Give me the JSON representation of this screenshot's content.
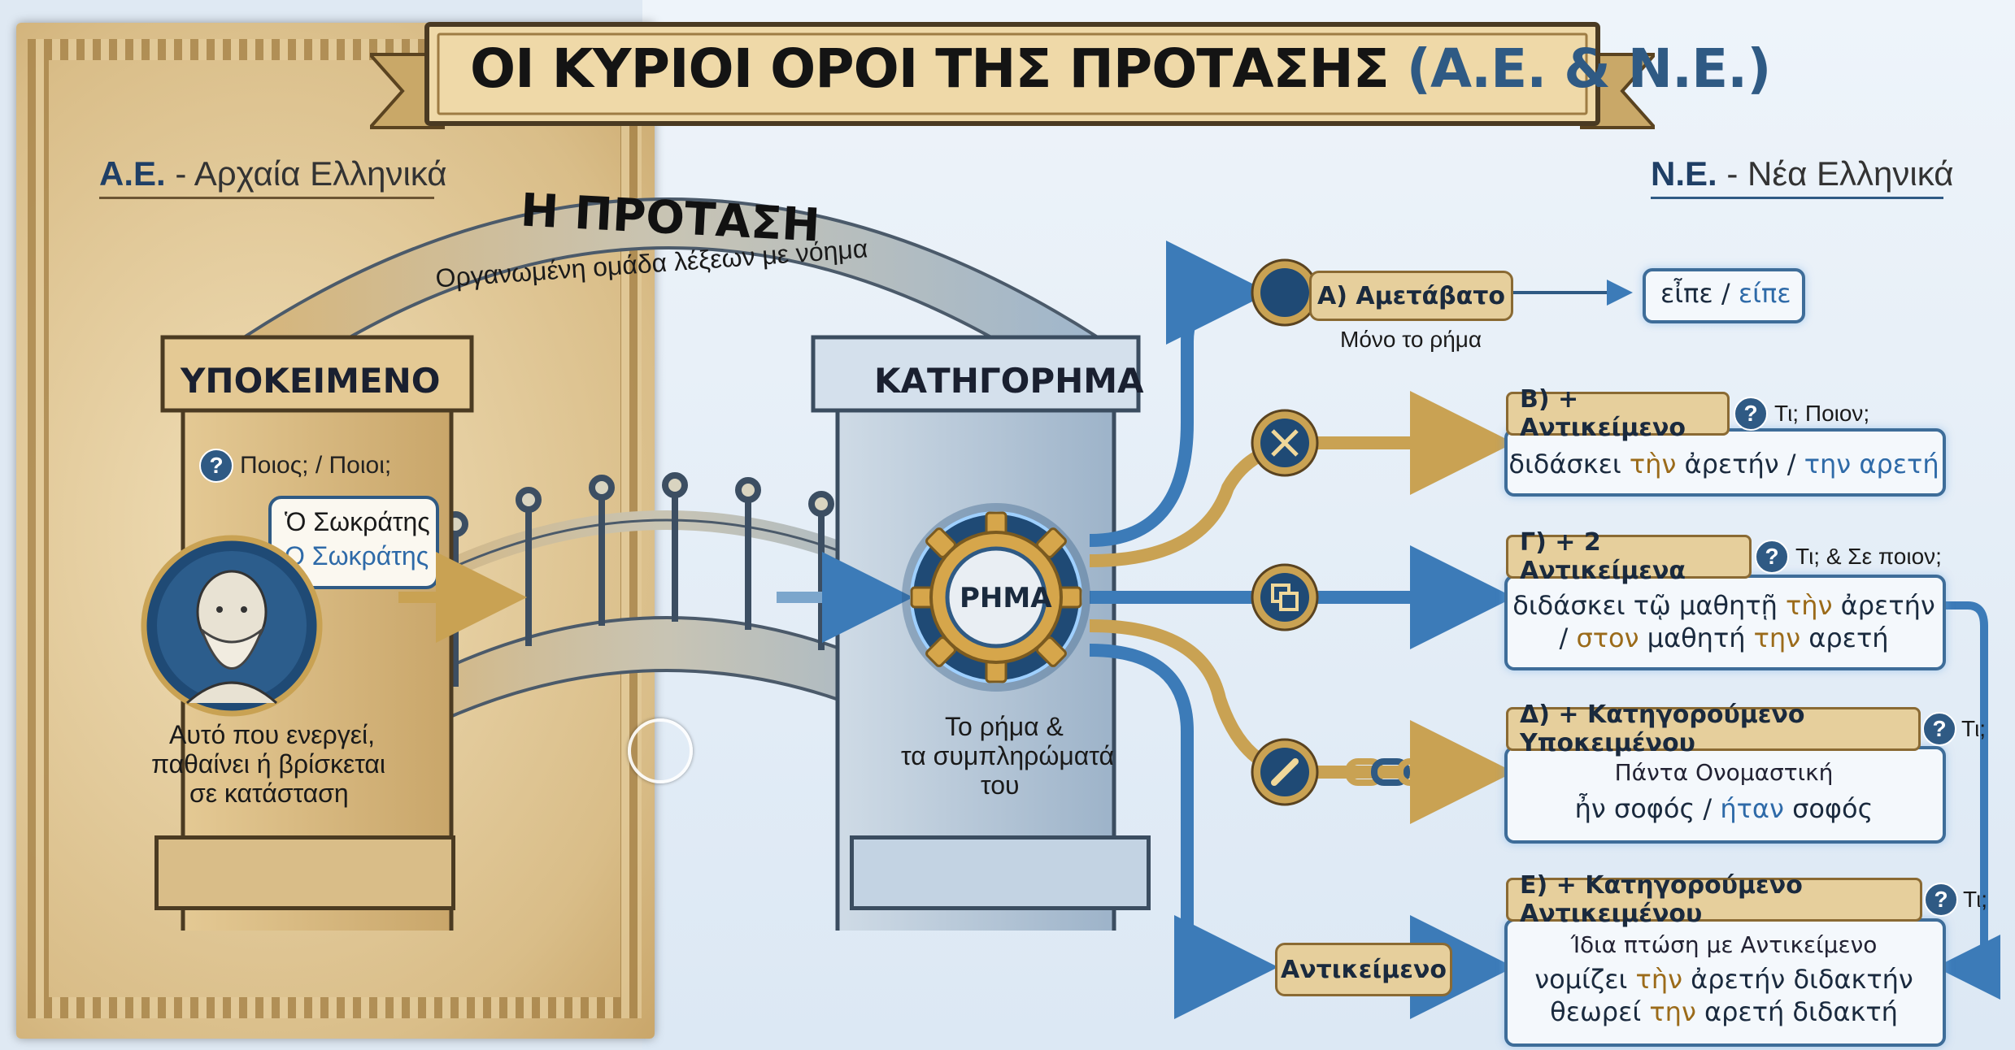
{
  "title": {
    "main": "ΟΙ ΚΥΡΙΟΙ ΟΡΟΙ ΤΗΣ ΠΡΟΤΑΣΗΣ",
    "paren": "(Α.Ε. & Ν.Ε.)"
  },
  "left_label": {
    "abbr": "Α.Ε.",
    "rest": " - Αρχαία Ελληνικά"
  },
  "right_label": {
    "abbr": "Ν.Ε.",
    "rest": " - Νέα Ελληνικά"
  },
  "arch": {
    "title": "Η ΠΡΟΤΑΣΗ",
    "subtitle": "Οργανωμένη ομάδα λέξεων με νόημα"
  },
  "subject": {
    "title": "ΥΠΟΚΕΙΜΕΝΟ",
    "question": "Ποιος; / Ποιοι;",
    "bubble_ae": "Ὁ Σωκράτης",
    "bubble_ne": "Ο Σωκράτης",
    "desc": [
      "Αυτό που ενεργεί,",
      "παθαίνει ή βρίσκεται",
      "σε κατάσταση"
    ]
  },
  "predicate": {
    "title": "ΚΑΤΗΓΟΡΗΜΑ",
    "gear": "ΡΗΜΑ",
    "desc": [
      "Το ρήμα &",
      "τα συμπληρώματά",
      "του"
    ]
  },
  "branches": {
    "a": {
      "label": "Α) Αμετάβατο",
      "sub": "Μόνο το ρήμα",
      "ex_ae": "εἶπε",
      "sep": " / ",
      "ex_ne": "είπε"
    },
    "b": {
      "label": "Β) + Αντικείμενο",
      "q": "Τι; Ποιον;",
      "ex": {
        "p1": "διδάσκει ",
        "p2": "τὴν",
        "p3": " ἀρετήν / ",
        "p4": "την",
        "p5": " αρετή"
      }
    },
    "c": {
      "label": "Γ) + 2 Αντικείμενα",
      "q": "Τι; & Σε ποιον;",
      "ex1": {
        "p1": "διδάσκει τῷ μαθητῇ ",
        "p2": "τὴν",
        "p3": " ἀρετήν"
      },
      "ex2": {
        "p1": "/ ",
        "p2": "στον",
        "p3": " μαθητή ",
        "p4": "την",
        "p5": " αρετή"
      }
    },
    "d": {
      "label": "Δ) + Κατηγορούμενο Υποκειμένου",
      "q": "Τι;",
      "note": "Πάντα Ονομαστική",
      "ex": {
        "p1": "ἦν σοφός / ",
        "p2": "ήταν",
        "p3": " σοφός"
      }
    },
    "e": {
      "label": "Ε) + Κατηγορούμενο Αντικειμένου",
      "q": "Τι;",
      "node": "Αντικείμενο",
      "note": "Ίδια πτώση με Αντικείμενο",
      "ex1": {
        "p1": "νομίζει ",
        "p2": "τὴν",
        "p3": " ἀρετήν διδακτήν"
      },
      "ex2": {
        "p1": "θεωρεί ",
        "p2": "την",
        "p3": " αρετή διδακτή"
      }
    }
  },
  "q_mark": "?",
  "colors": {
    "blue_dark": "#2f5a84",
    "blue_light": "#4a8cc8",
    "gold": "#c9a253",
    "parchment": "#e9d3a8",
    "right_bg": "#e8f0f8"
  },
  "icons": [
    "socrates-portrait",
    "gear-icon",
    "question-icon",
    "circle-node-icon",
    "cross-swords-icon",
    "copy-icon",
    "chain-link-icon"
  ]
}
